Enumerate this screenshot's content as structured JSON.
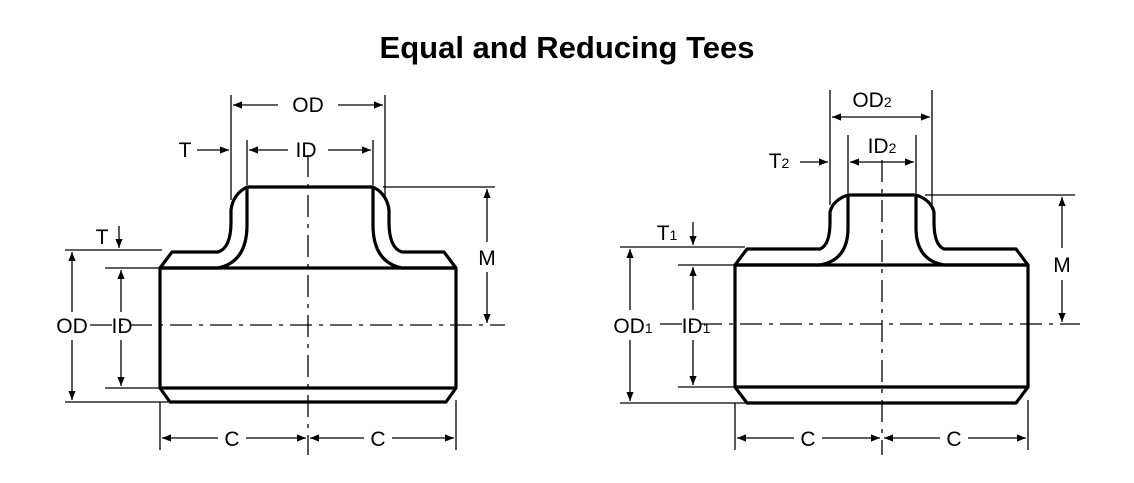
{
  "title": "Equal and Reducing Tees",
  "equal_tee": {
    "od_top": "OD",
    "id_top": "ID",
    "t_top": "T",
    "t_left": "T",
    "m": "M",
    "od_left": "OD",
    "id_left": "ID",
    "c_left": "C",
    "c_right": "C"
  },
  "reducing_tee": {
    "od_top": "OD",
    "od_top_sub": "2",
    "id_top": "ID",
    "id_top_sub": "2",
    "t_top": "T",
    "t_top_sub": "2",
    "t_left": "T",
    "t_left_sub": "1",
    "m": "M",
    "od_left": "OD",
    "od_left_sub": "1",
    "id_left": "ID",
    "id_left_sub": "1",
    "c_left": "C",
    "c_right": "C"
  }
}
